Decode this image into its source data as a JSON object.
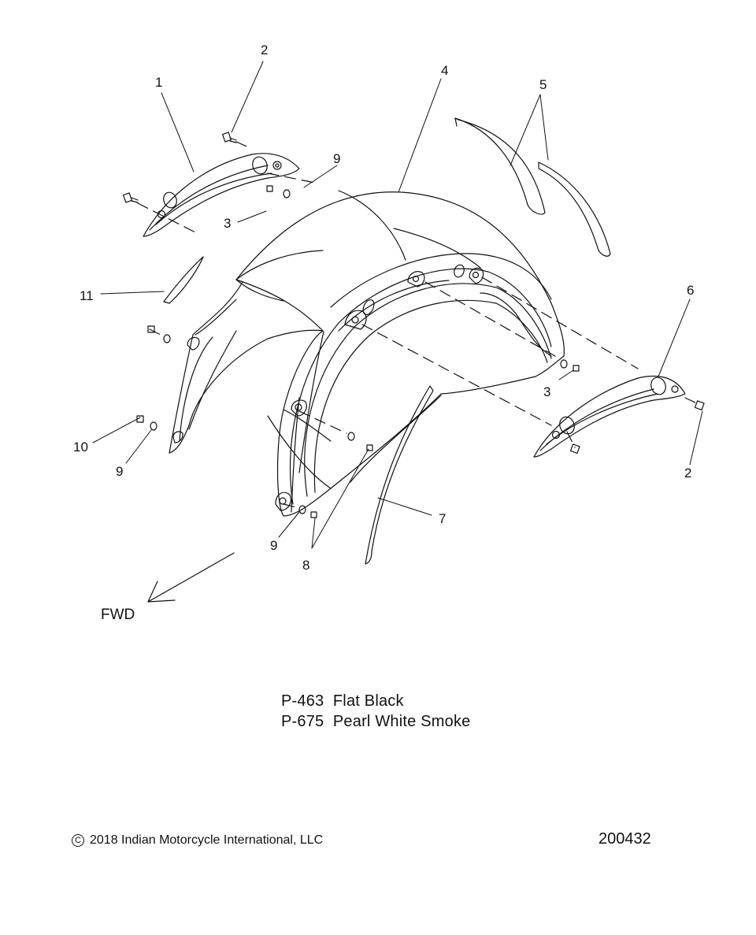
{
  "callouts": {
    "c1": "1",
    "c2a": "2",
    "c2b": "2",
    "c3a": "3",
    "c3b": "3",
    "c4": "4",
    "c5": "5",
    "c6": "6",
    "c7": "7",
    "c8": "8",
    "c9a": "9",
    "c9b": "9",
    "c9c": "9",
    "c10": "10",
    "c11": "11"
  },
  "direction_label": "FWD",
  "paint_codes": [
    {
      "code": "P-463",
      "name": "Flat Black"
    },
    {
      "code": "P-675",
      "name": "Pearl White Smoke"
    }
  ],
  "footer": {
    "copyright_symbol": "C",
    "copyright": "2018 Indian Motorcycle International, LLC",
    "drawing_number": "200432"
  }
}
